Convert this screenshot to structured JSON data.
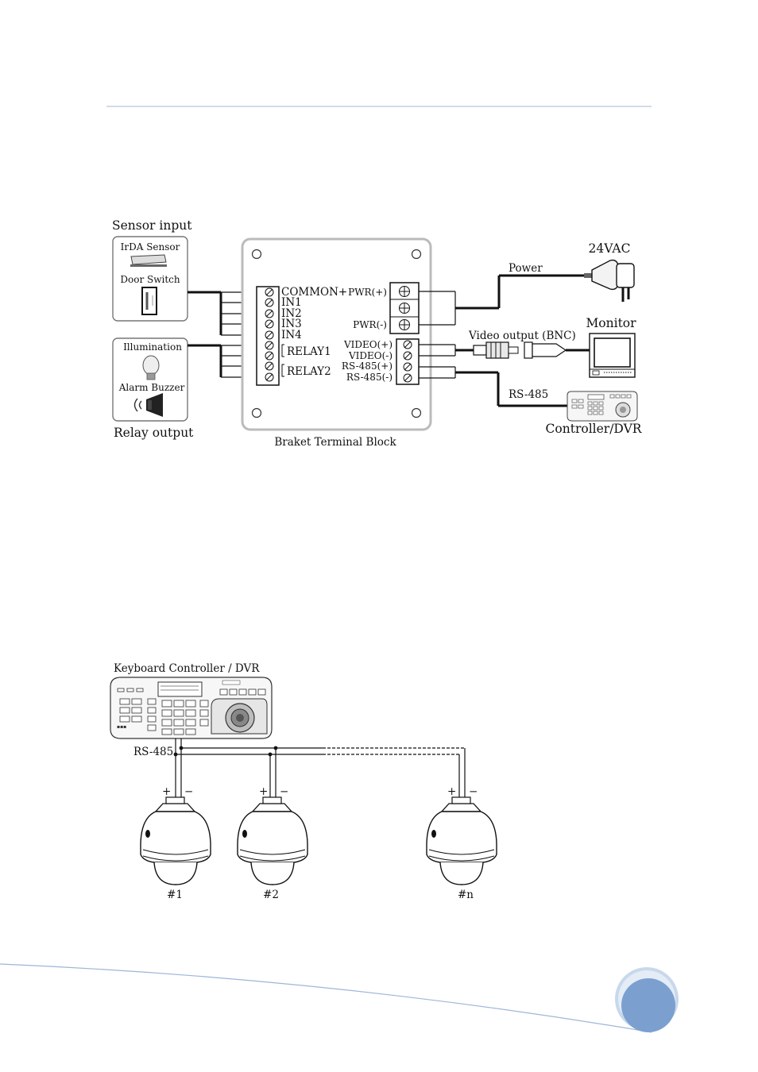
{
  "colors": {
    "accent": "#7ba0cf",
    "accent_dark": "#6a91c4",
    "rule": "#b8c3d6"
  },
  "diagram1": {
    "sensor_input_label": "Sensor input",
    "irda_sensor": "IrDA Sensor",
    "door_switch": "Door Switch",
    "illumination": "Illumination",
    "alarm_buzzer": "Alarm Buzzer",
    "relay_output_label": "Relay output",
    "terminal_left": [
      "COMMON+",
      "IN1",
      "IN2",
      "IN3",
      "IN4"
    ],
    "relay1": "RELAY1",
    "relay2": "RELAY2",
    "pwr_plus": "PWR(+)",
    "pwr_minus": "PWR(-)",
    "video_plus": "VIDEO(+)",
    "video_minus": "VIDEO(-)",
    "rs485_plus": "RS-485(+)",
    "rs485_minus": "RS-485(-)",
    "block_caption": "Braket Terminal Block",
    "power": "Power",
    "vac": "24VAC",
    "video_output": "Video output (BNC)",
    "monitor": "Monitor",
    "rs485": "RS-485",
    "controller": "Controller/DVR"
  },
  "diagram2": {
    "title": "Keyboard Controller / DVR",
    "rs485": "RS-485",
    "cameras": [
      {
        "label": "#1",
        "plus": "+",
        "minus": "−"
      },
      {
        "label": "#2",
        "plus": "+",
        "minus": "−"
      },
      {
        "label": "#n",
        "plus": "+",
        "minus": "−"
      }
    ]
  }
}
